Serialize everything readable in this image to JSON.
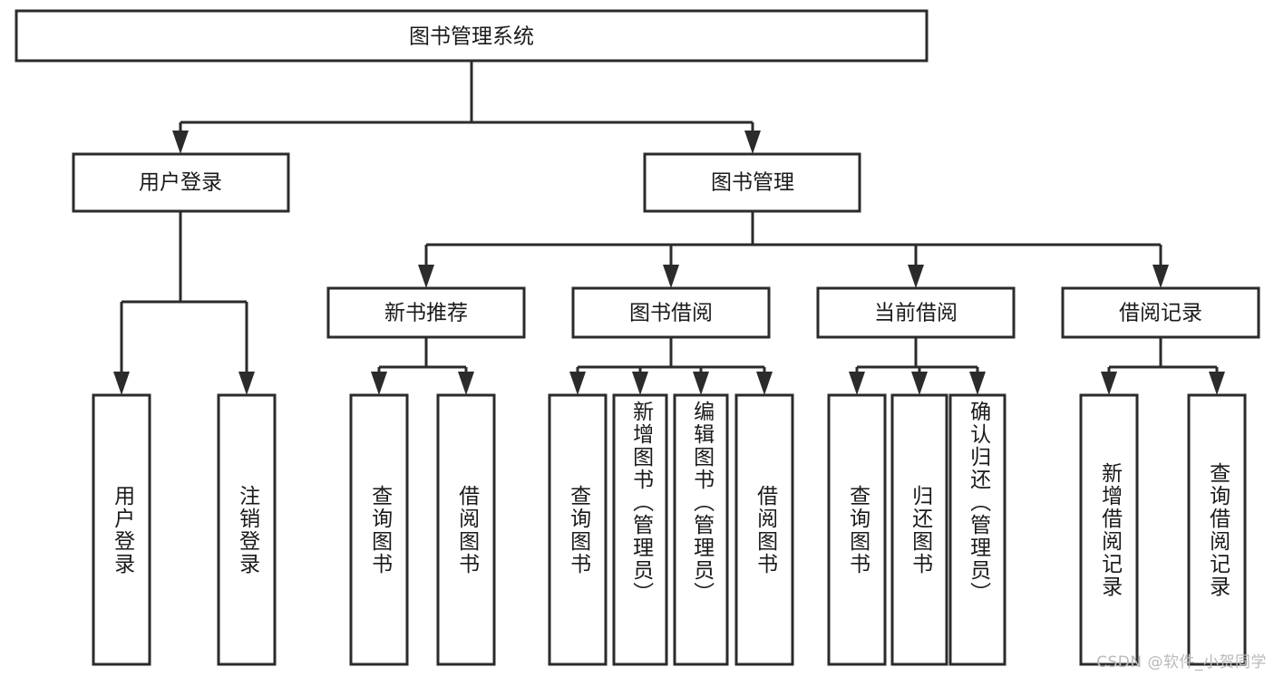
{
  "diagram": {
    "type": "tree",
    "title": "图书管理系统",
    "watermark": "CSDN @软件_小贺同学",
    "colors": {
      "stroke": "#2b2b2b",
      "fill": "#ffffff",
      "text": "#1a1a1a",
      "watermark": "#b9b9b9",
      "background": "#ffffff"
    },
    "levels": {
      "root": {
        "label": "图书管理系统"
      },
      "level2": [
        {
          "label": "用户登录"
        },
        {
          "label": "图书管理"
        }
      ],
      "level3": [
        {
          "label": "新书推荐"
        },
        {
          "label": "图书借阅"
        },
        {
          "label": "当前借阅"
        },
        {
          "label": "借阅记录"
        }
      ],
      "leaves": [
        {
          "label": "用户登录",
          "parent": "用户登录"
        },
        {
          "label": "注销登录",
          "parent": "用户登录"
        },
        {
          "label": "查询图书",
          "parent": "新书推荐"
        },
        {
          "label": "借阅图书",
          "parent": "新书推荐"
        },
        {
          "label": "查询图书",
          "parent": "图书借阅"
        },
        {
          "label": "新增图书（管理员）",
          "parent": "图书借阅"
        },
        {
          "label": "编辑图书（管理员）",
          "parent": "图书借阅"
        },
        {
          "label": "借阅图书",
          "parent": "图书借阅"
        },
        {
          "label": "查询图书",
          "parent": "当前借阅"
        },
        {
          "label": "归还图书",
          "parent": "当前借阅"
        },
        {
          "label": "确认归还（管理员）",
          "parent": "当前借阅"
        },
        {
          "label": "新增借阅记录",
          "parent": "借阅记录"
        },
        {
          "label": "查询借阅记录",
          "parent": "借阅记录"
        }
      ]
    }
  }
}
